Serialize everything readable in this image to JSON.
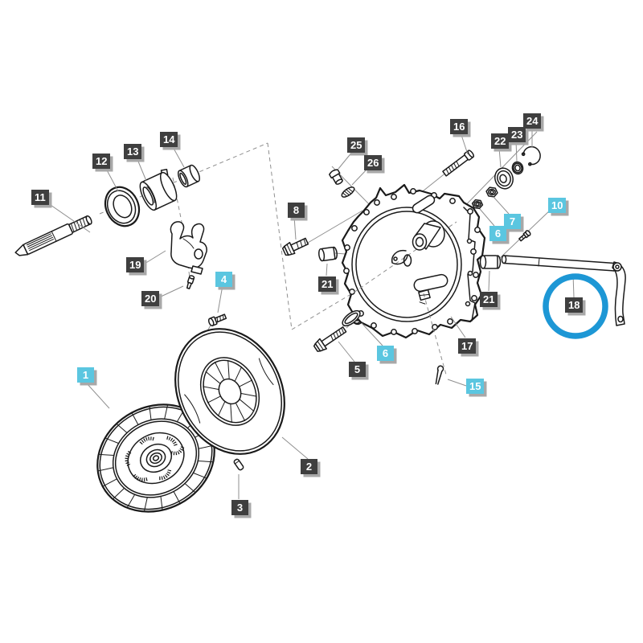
{
  "diagram": {
    "kind": "exploded-parts-diagram",
    "subject": "clutch and transmission housing assembly",
    "highlighted_part_number": "18"
  },
  "colors": {
    "background": "#ffffff",
    "part_line": "#1a1a1a",
    "leader_line": "#8f8f8f",
    "label_dark_bg": "#3f3f3f",
    "label_cyan_bg": "#5bc6e0",
    "label_text": "#ffffff",
    "label_shadow": "#a8a8a8",
    "highlight_circle": "#1d97d5"
  },
  "labels": [
    {
      "text": "1",
      "variant": "cyan"
    },
    {
      "text": "2",
      "variant": "dark"
    },
    {
      "text": "3",
      "variant": "dark"
    },
    {
      "text": "4",
      "variant": "cyan"
    },
    {
      "text": "5",
      "variant": "dark"
    },
    {
      "text": "6",
      "variant": "cyan"
    },
    {
      "text": "6",
      "variant": "cyan"
    },
    {
      "text": "7",
      "variant": "cyan"
    },
    {
      "text": "8",
      "variant": "dark"
    },
    {
      "text": "10",
      "variant": "cyan"
    },
    {
      "text": "11",
      "variant": "dark"
    },
    {
      "text": "12",
      "variant": "dark"
    },
    {
      "text": "13",
      "variant": "dark"
    },
    {
      "text": "14",
      "variant": "dark"
    },
    {
      "text": "15",
      "variant": "cyan"
    },
    {
      "text": "16",
      "variant": "dark"
    },
    {
      "text": "17",
      "variant": "dark"
    },
    {
      "text": "18",
      "variant": "dark"
    },
    {
      "text": "19",
      "variant": "dark"
    },
    {
      "text": "20",
      "variant": "dark"
    },
    {
      "text": "21",
      "variant": "dark"
    },
    {
      "text": "21",
      "variant": "dark"
    },
    {
      "text": "22",
      "variant": "dark"
    },
    {
      "text": "23",
      "variant": "dark"
    },
    {
      "text": "24",
      "variant": "dark"
    },
    {
      "text": "25",
      "variant": "dark"
    },
    {
      "text": "26",
      "variant": "dark"
    }
  ]
}
